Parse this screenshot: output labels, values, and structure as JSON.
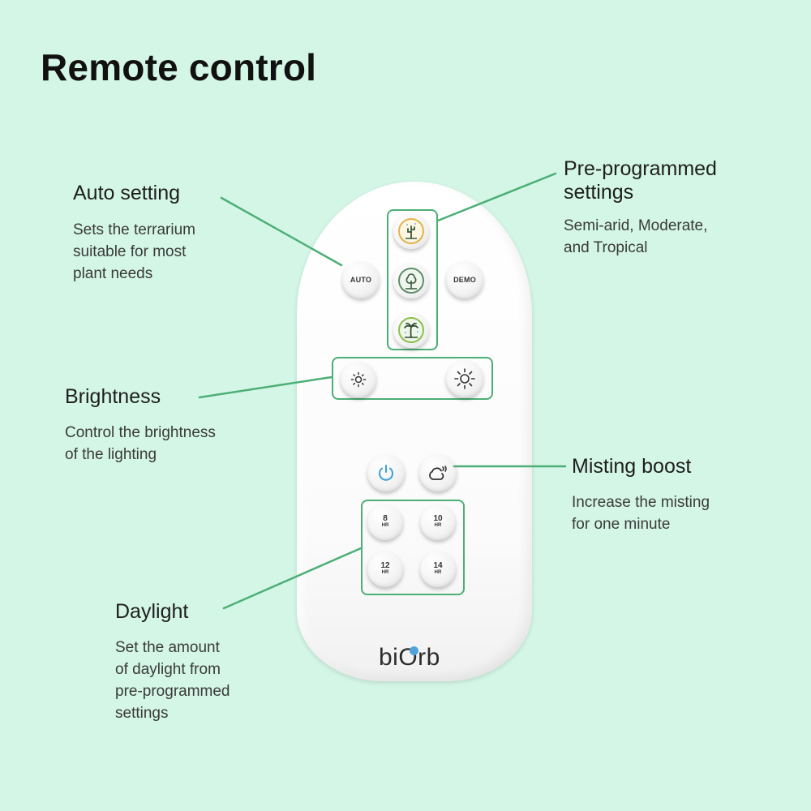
{
  "title": "Remote control",
  "callouts": {
    "auto": {
      "heading": "Auto setting",
      "desc": [
        "Sets the terrarium",
        "suitable for most",
        "plant needs"
      ]
    },
    "preprogrammed": {
      "heading": [
        "Pre-programmed",
        "settings"
      ],
      "desc": [
        "Semi-arid, Moderate,",
        "and Tropical"
      ]
    },
    "brightness": {
      "heading": "Brightness",
      "desc": [
        "Control the brightness",
        "of the lighting"
      ]
    },
    "misting": {
      "heading": "Misting boost",
      "desc": [
        "Increase the misting",
        "for one minute"
      ]
    },
    "daylight": {
      "heading": "Daylight",
      "desc": [
        "Set the amount",
        "of daylight from",
        "pre-programmed",
        "settings"
      ]
    }
  },
  "remote": {
    "auto_label": "AUTO",
    "demo_label": "DEMO",
    "daylight_buttons": [
      {
        "num": "8",
        "unit": "HR"
      },
      {
        "num": "10",
        "unit": "HR"
      },
      {
        "num": "12",
        "unit": "HR"
      },
      {
        "num": "14",
        "unit": "HR"
      }
    ],
    "brand": "biOrb"
  },
  "colors": {
    "background": "#d4f6e6",
    "accent": "#4caf75",
    "power": "#3b9fd8"
  }
}
